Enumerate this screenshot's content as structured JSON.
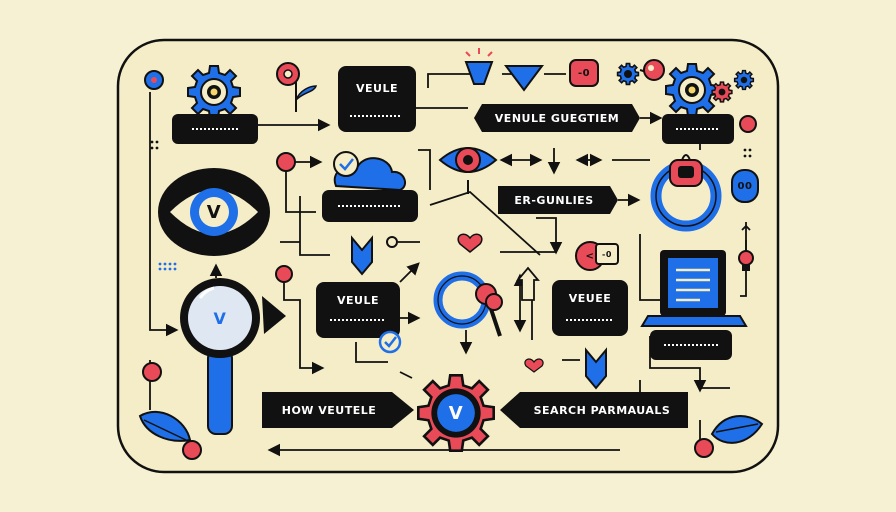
{
  "labels": {
    "veule_top": "VEULE",
    "venule_guegtiem": "VENULE GUEGTIEM",
    "er_gunlies": "ER-GUNLIES",
    "veule_mid": "VEULE",
    "veuee": "VEUEE",
    "how_veutele": "HOW VEUTELE",
    "search_parmauals": "SEARCH PARMAUALS",
    "eye_v": "V",
    "lens_v": "V",
    "gear_v": "V",
    "circle_code": "-0",
    "note_code": "-0",
    "lock_dots": "00",
    "node_dash": "<"
  },
  "colors": {
    "background": "#f7f1d4",
    "ink": "#111111",
    "blue": "#1f6fe8",
    "red": "#e94a57",
    "cream": "#f5edc8"
  }
}
